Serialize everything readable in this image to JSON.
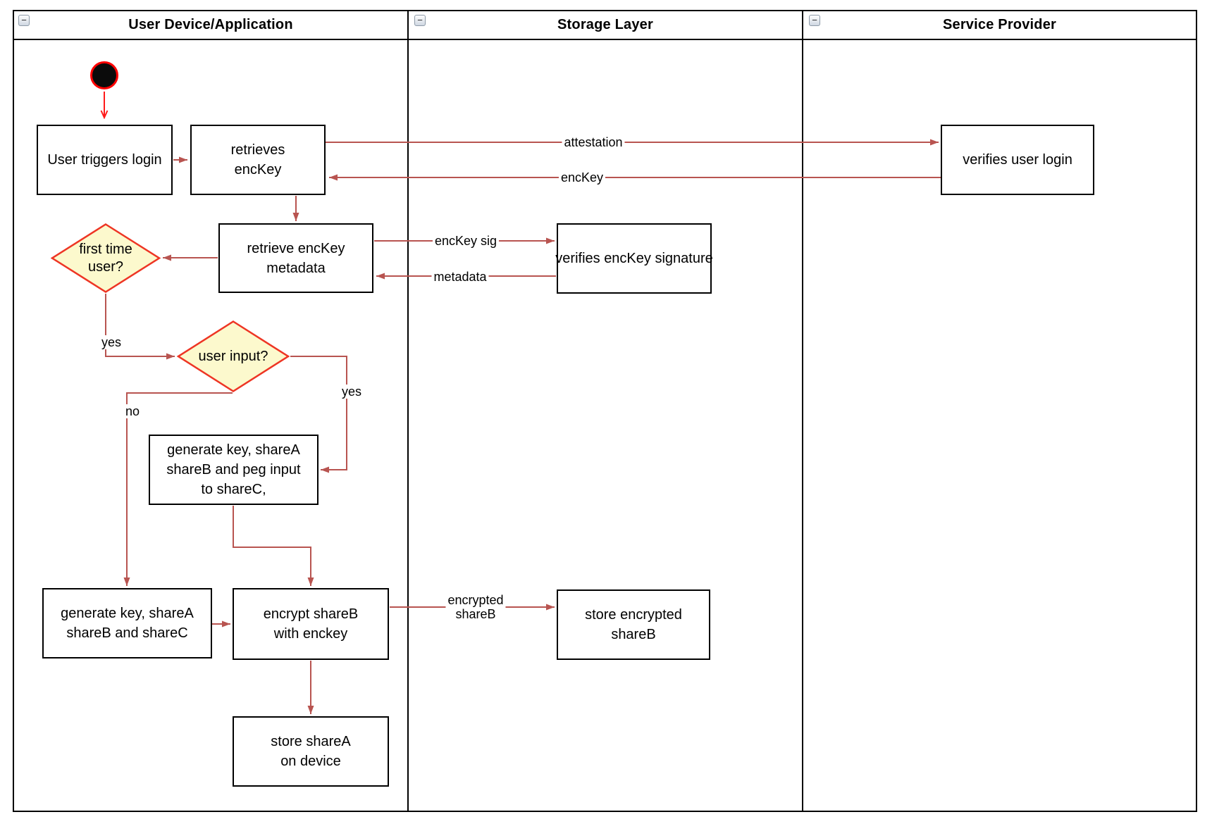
{
  "lanes": [
    {
      "title": "User Device/Application"
    },
    {
      "title": "Storage Layer"
    },
    {
      "title": "Service Provider"
    }
  ],
  "icons": {
    "collapse_glyph": "−",
    "collapse_name": "collapse-lane-minus-icon"
  },
  "colors": {
    "edge": "#B85450",
    "start_edge": "#FF1A1A",
    "node_border": "#000000",
    "node_fill": "#FFFFFF",
    "diamond_fill": "#FCF9CD",
    "diamond_border": "#EE3524",
    "start_fill": "#0B0B0B",
    "start_ring": "#FF0000"
  },
  "nodes": {
    "user_triggers_login": {
      "lines": [
        "User triggers login"
      ]
    },
    "retrieves_enckey": {
      "lines": [
        "retrieves",
        "encKey"
      ]
    },
    "verifies_user_login": {
      "lines": [
        "verifies user login"
      ]
    },
    "retrieve_enckey_metadata": {
      "lines": [
        "retrieve encKey",
        "metadata"
      ]
    },
    "first_time_user": {
      "lines": [
        "first time",
        "user?"
      ]
    },
    "verifies_enckey_signature": {
      "lines": [
        "verifies encKey signature"
      ]
    },
    "user_input": {
      "lines": [
        "user input?"
      ]
    },
    "generate_key_peg": {
      "lines": [
        "generate key, shareA",
        "shareB and peg input",
        "to shareC,"
      ]
    },
    "generate_key_abc": {
      "lines": [
        "generate key, shareA",
        "shareB and shareC"
      ]
    },
    "encrypt_shareb": {
      "lines": [
        "encrypt shareB",
        "with enckey"
      ]
    },
    "store_encrypted_shareb": {
      "lines": [
        "store encrypted",
        "shareB"
      ]
    },
    "store_sharea": {
      "lines": [
        "store shareA",
        "on device"
      ]
    }
  },
  "edge_labels": {
    "attestation": "attestation",
    "enckey": "encKey",
    "enckey_sig": "encKey sig",
    "metadata": "metadata",
    "encrypted_shareb": {
      "lines": [
        "encrypted",
        "shareB"
      ]
    },
    "yes_first": "yes",
    "yes_second": "yes",
    "no": "no"
  }
}
